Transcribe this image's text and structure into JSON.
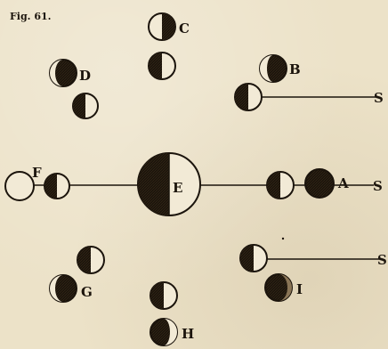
{
  "figure": {
    "caption": "Fig. 61.",
    "colors": {
      "ink": "#1b140c",
      "paper": "#ece2c8",
      "lit": "#f2ead6"
    }
  },
  "labels": {
    "A": "A",
    "B": "B",
    "C": "C",
    "D": "D",
    "E": "E",
    "F": "F",
    "G": "G",
    "H": "H",
    "I": "I",
    "S": "S"
  }
}
